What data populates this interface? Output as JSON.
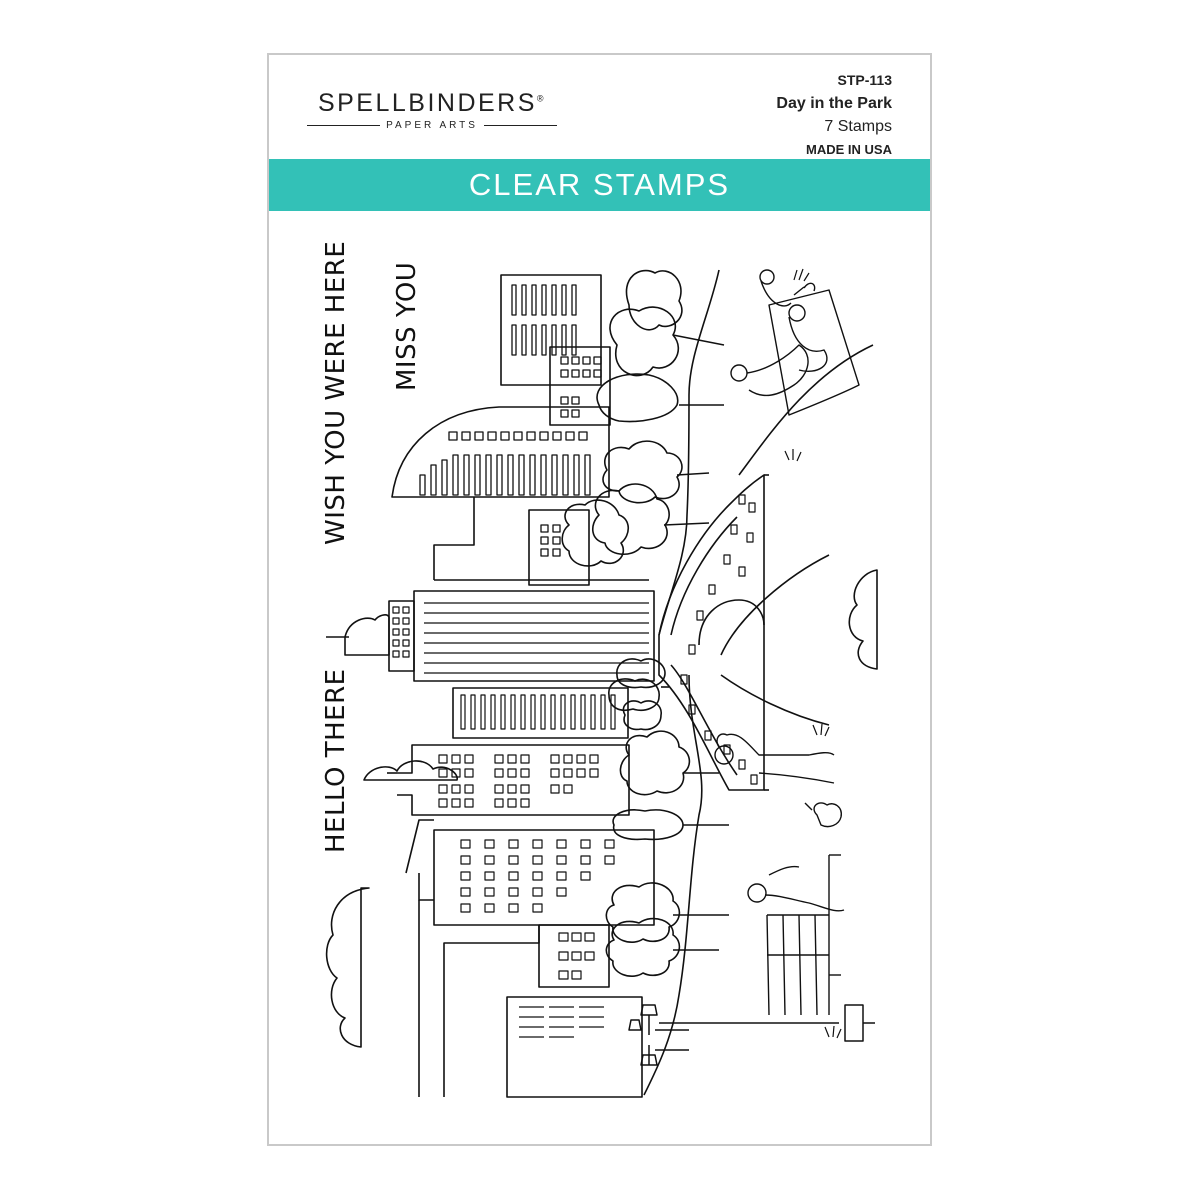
{
  "brand": {
    "name": "SPELLBINDERS",
    "registered": "®",
    "tagline": "PAPER ARTS"
  },
  "product": {
    "code": "STP-113",
    "name": "Day in the Park",
    "count": "7 Stamps",
    "origin": "MADE IN USA"
  },
  "banner": {
    "label": "CLEAR STAMPS",
    "color": "#33c1b7"
  },
  "stamps": {
    "sentiment_1": "WISH YOU WERE HERE",
    "sentiment_2": "MISS YOU",
    "sentiment_3": "HELLO THERE"
  }
}
